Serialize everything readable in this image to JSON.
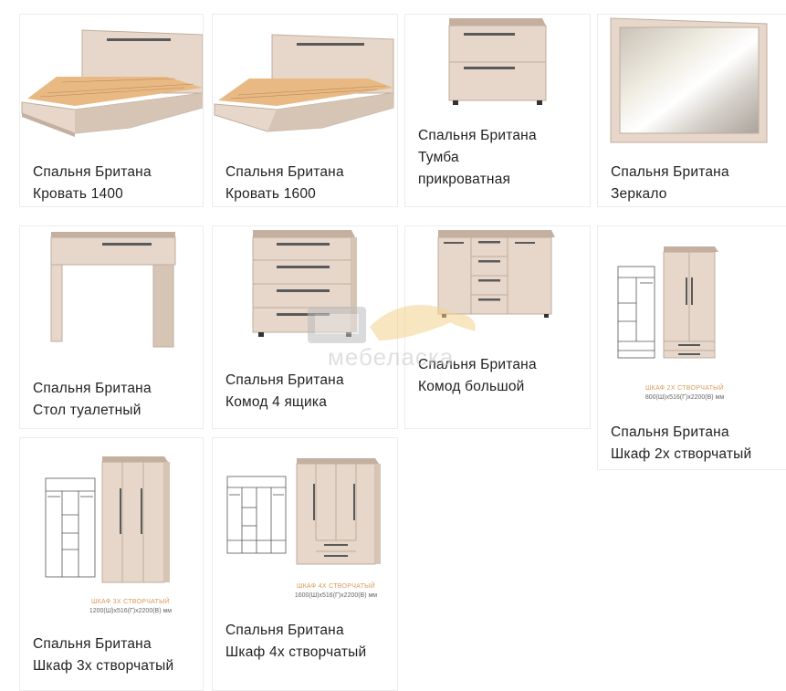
{
  "colors": {
    "furniture": "#e6d7ca",
    "furniture_shade": "#d6c4b4",
    "furniture_dark": "#c5b0a0",
    "handle": "#5a5a5a",
    "slats": "#e8b983",
    "outline": "#555555",
    "caption_accent": "#d89a5a"
  },
  "products": [
    {
      "id": "bed-1400",
      "title_line1": "Спальня Британа",
      "title_line2": "Кровать 1400",
      "image": "bed-icon"
    },
    {
      "id": "bed-1600",
      "title_line1": "Спальня Британа",
      "title_line2": "Кровать 1600",
      "image": "bed-icon"
    },
    {
      "id": "nightstand",
      "title_line1": "Спальня Британа",
      "title_line2": "Тумба",
      "title_line3": "прикроватная",
      "image": "nightstand-icon"
    },
    {
      "id": "mirror",
      "title_line1": "Спальня Британа",
      "title_line2": "Зеркало",
      "image": "mirror-icon"
    },
    {
      "id": "dressing-table",
      "title_line1": "Спальня Британа",
      "title_line2": "Стол туалетный",
      "image": "dressing-table-icon"
    },
    {
      "id": "dresser-4",
      "title_line1": "Спальня Британа",
      "title_line2": "Комод 4 ящика",
      "image": "dresser-icon"
    },
    {
      "id": "dresser-big",
      "title_line1": "Спальня Британа",
      "title_line2": "Комод большой",
      "image": "sideboard-icon"
    },
    {
      "id": "wardrobe-2",
      "title_line1": "Спальня Британа",
      "title_line2": "Шкаф 2х створчатый",
      "image": "wardrobe-icon",
      "caption_line1": "ШКАФ 2Х СТВОРЧАТЫЙ",
      "caption_line2": "800(Ш)х516(Г)х2200(В) мм"
    },
    {
      "id": "wardrobe-3",
      "title_line1": "Спальня Британа",
      "title_line2": "Шкаф 3х створчатый",
      "image": "wardrobe-icon",
      "caption_line1": "ШКАФ 3Х СТВОРЧАТЫЙ",
      "caption_line2": "1200(Ш)х516(Г)х2200(В) мм"
    },
    {
      "id": "wardrobe-4",
      "title_line1": "Спальня Британа",
      "title_line2": "Шкаф 4х створчатый",
      "image": "wardrobe-icon",
      "caption_line1": "ШКАФ 4Х СТВОРЧАТЫЙ",
      "caption_line2": "1600(Ш)х516(Г)х2200(В) мм"
    }
  ],
  "watermark": {
    "text": "мебеласка",
    "icon": "sofa-logo-icon"
  }
}
